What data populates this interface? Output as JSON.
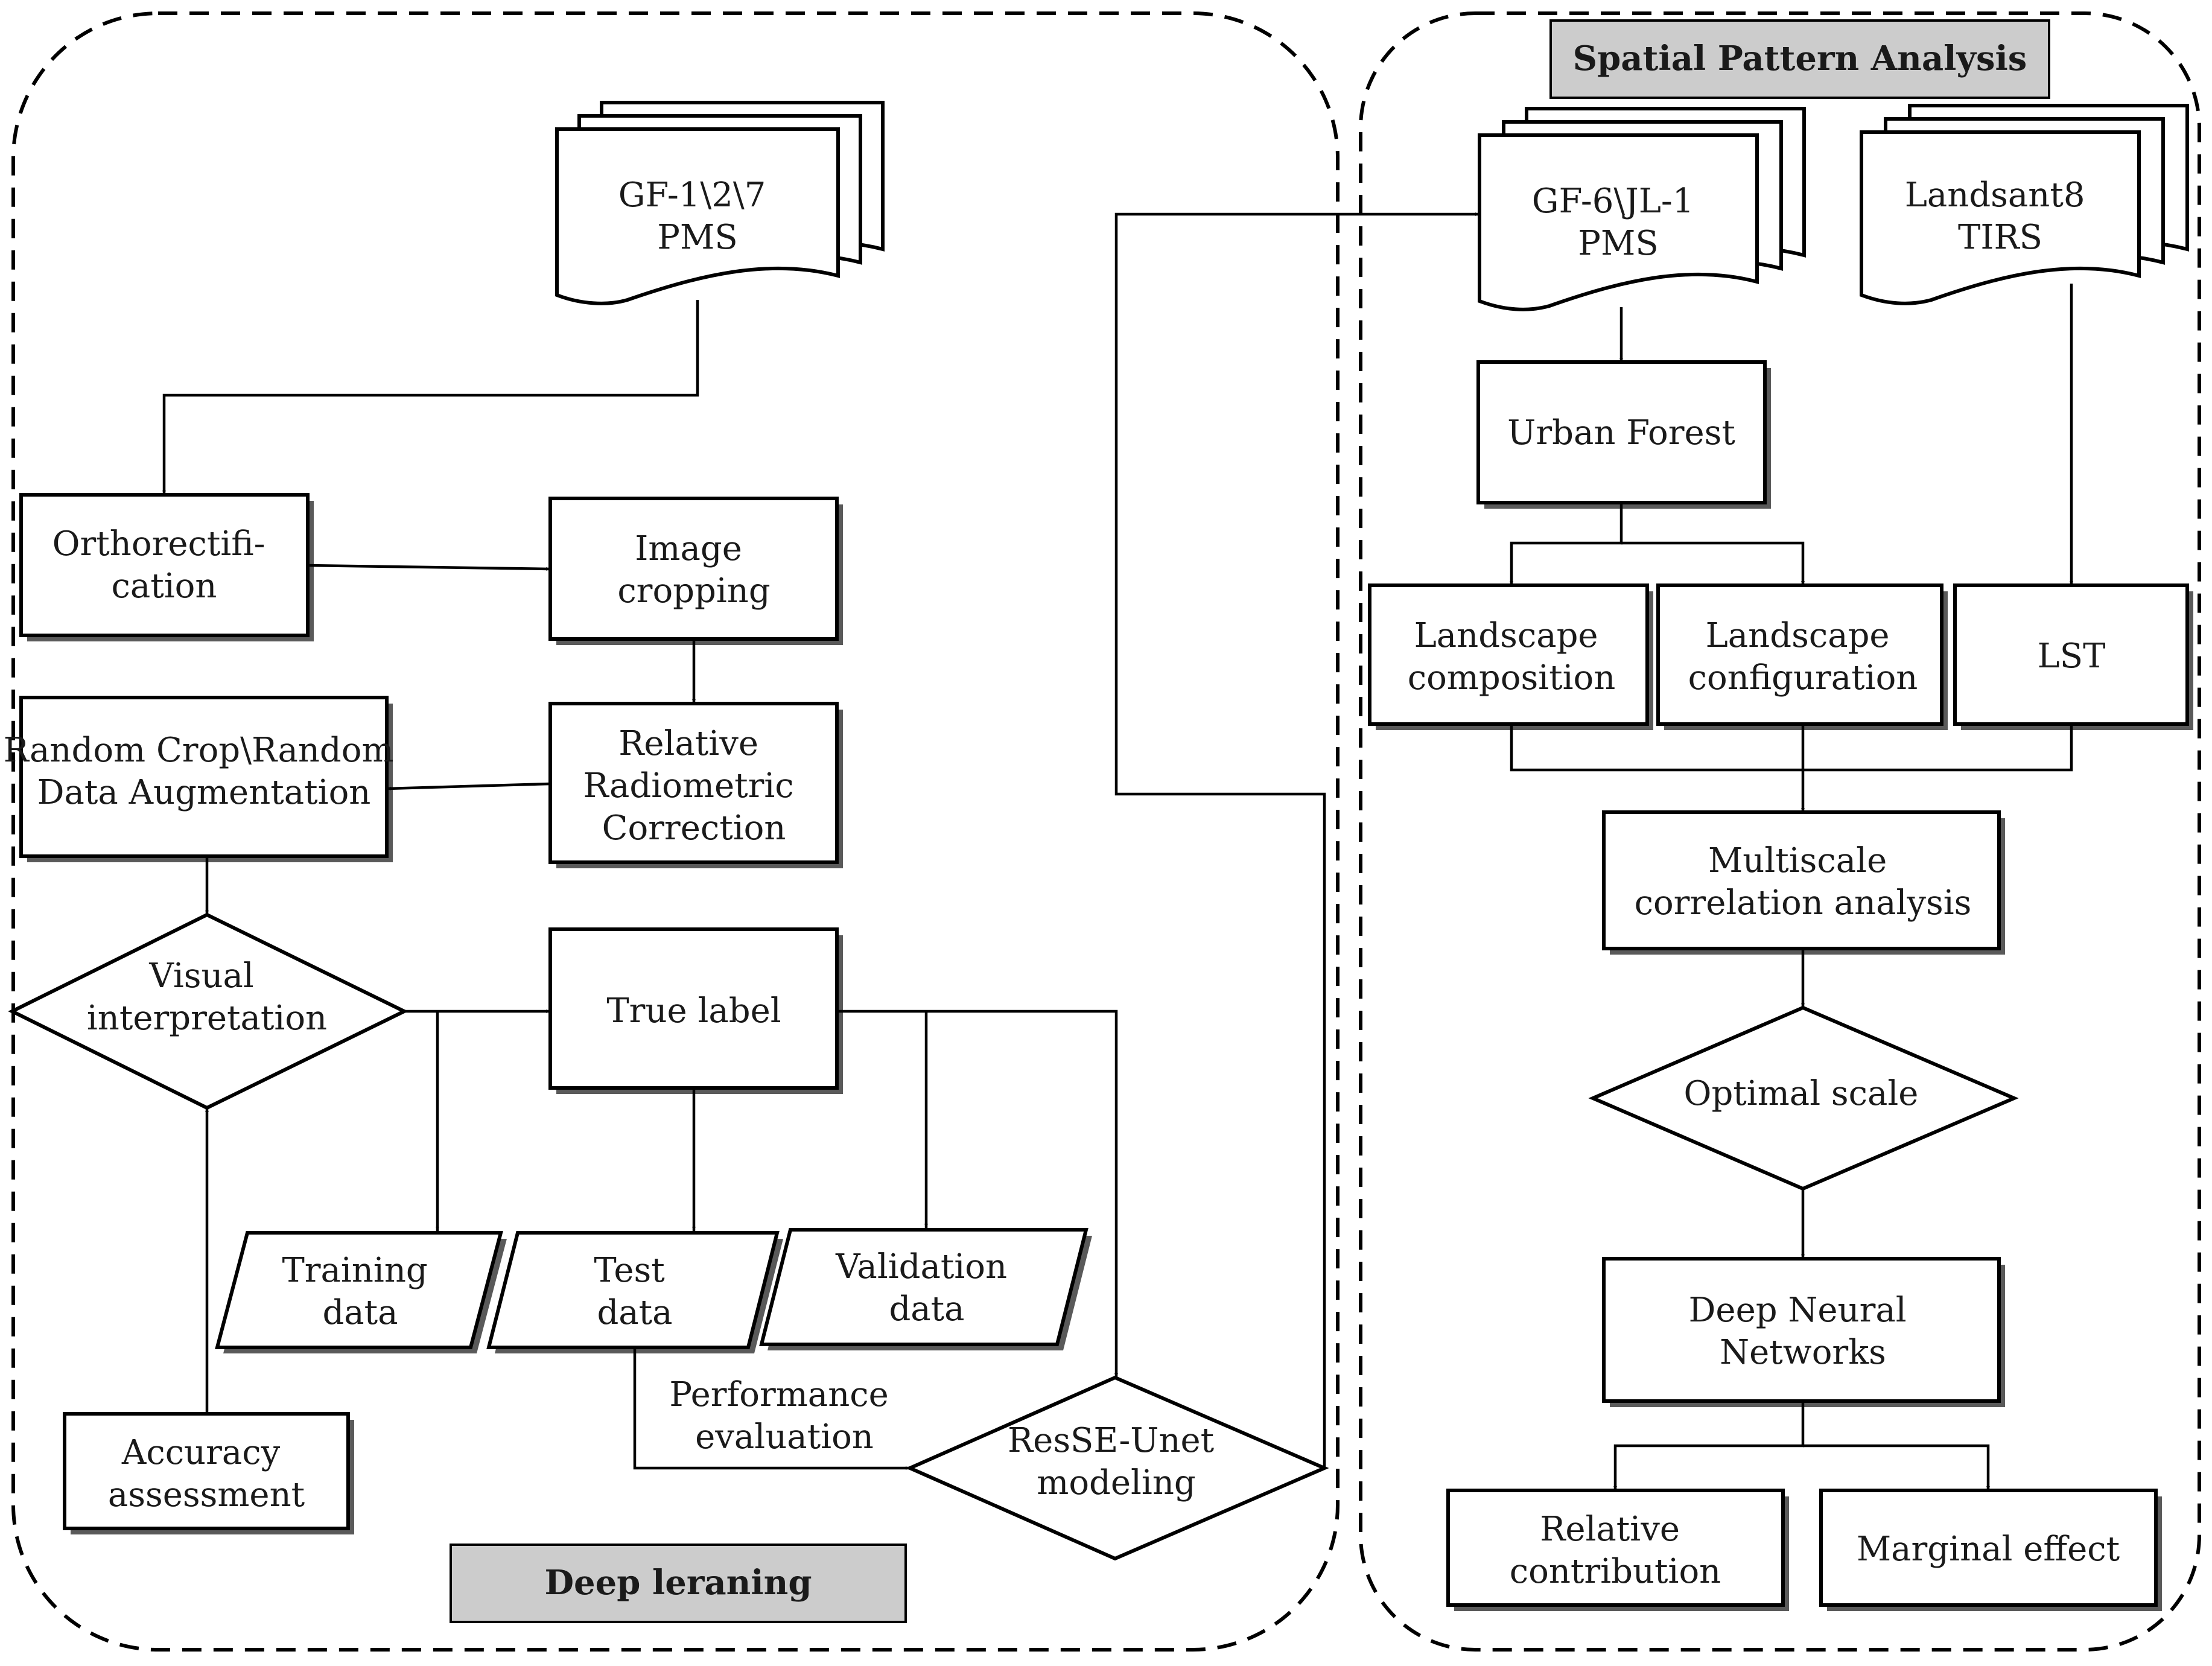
{
  "deep_learning": {
    "title": "Deep leraning",
    "gf127_pms": [
      "GF-1\\2\\7",
      "PMS"
    ],
    "orthorectification": [
      "Orthorectifi-",
      "cation"
    ],
    "image_cropping": [
      "Image",
      "cropping"
    ],
    "relative_radiometric": [
      "Relative",
      "Radiometric",
      "Correction"
    ],
    "random_crop": [
      "Random Crop\\Random",
      "Data Augmentation"
    ],
    "visual_interpretation": [
      "Visual",
      "interpretation"
    ],
    "true_label": [
      "True label"
    ],
    "training_data": [
      "Training",
      "data"
    ],
    "test_data": [
      "Test",
      "data"
    ],
    "validation_data": [
      "Validation",
      "data"
    ],
    "accuracy_assessment": [
      "Accuracy",
      "assessment"
    ],
    "performance_evaluation": [
      "Performance",
      "evaluation"
    ],
    "resse_unet": [
      "ResSE-Unet",
      "modeling"
    ]
  },
  "spatial_pattern": {
    "title": "Spatial Pattern Analysis",
    "gf6_jl1_pms": [
      "GF-6\\JL-1",
      "PMS"
    ],
    "landsat8_tirs": [
      "Landsant8",
      "TIRS"
    ],
    "urban_forest": [
      "Urban Forest"
    ],
    "landscape_composition": [
      "Landscape",
      "composition"
    ],
    "landscape_configuration": [
      "Landscape",
      "configuration"
    ],
    "lst": [
      "LST"
    ],
    "multiscale": [
      "Multiscale",
      "correlation analysis"
    ],
    "optimal_scale": [
      "Optimal scale"
    ],
    "dnn": [
      "Deep Neural",
      "Networks"
    ],
    "relative_contribution": [
      "Relative",
      "contribution"
    ],
    "marginal_effect": [
      "Marginal effect"
    ]
  },
  "colors": {
    "title_fill": "#cccccc",
    "shadow": "#5a5a5a",
    "stroke": "#000000"
  }
}
